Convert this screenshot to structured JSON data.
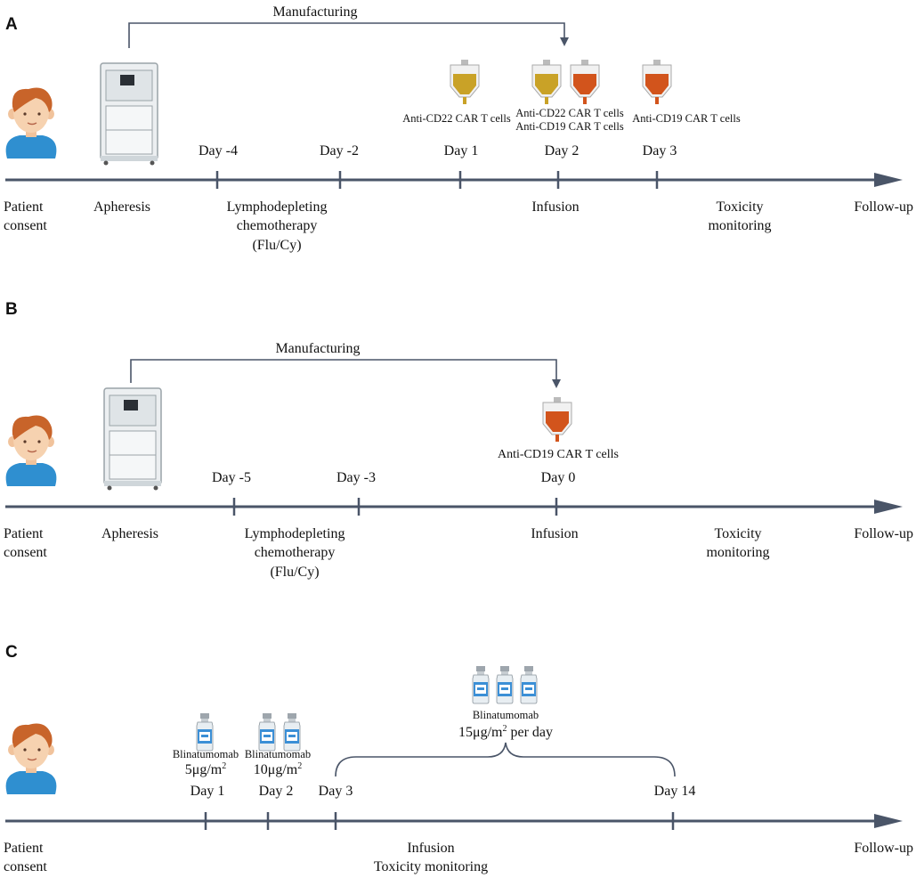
{
  "panels": {
    "A": {
      "letter": "A",
      "manufacturing": "Manufacturing",
      "days": [
        "Day -4",
        "Day -2",
        "Day 1",
        "Day 2",
        "Day 3"
      ],
      "bag_labels": {
        "d1": "Anti-CD22 CAR T cells",
        "d2a": "Anti-CD22 CAR T cells",
        "d2b": "Anti-CD19 CAR T cells",
        "d3": "Anti-CD19 CAR T cells"
      },
      "below": {
        "consent1": "Patient",
        "consent2": "consent",
        "apheresis": "Apheresis",
        "lymph1": "Lymphodepleting",
        "lymph2": "chemotherapy",
        "lymph3": "(Flu/Cy)",
        "infusion": "Infusion",
        "tox1": "Toxicity",
        "tox2": "monitoring",
        "followup": "Follow-up"
      }
    },
    "B": {
      "letter": "B",
      "manufacturing": "Manufacturing",
      "days": [
        "Day -5",
        "Day -3",
        "Day 0"
      ],
      "bag_label": "Anti-CD19 CAR T cells",
      "below": {
        "consent1": "Patient",
        "consent2": "consent",
        "apheresis": "Apheresis",
        "lymph1": "Lymphodepleting",
        "lymph2": "chemotherapy",
        "lymph3": "(Flu/Cy)",
        "infusion": "Infusion",
        "tox1": "Toxicity",
        "tox2": "monitoring",
        "followup": "Follow-up"
      }
    },
    "C": {
      "letter": "C",
      "days": [
        "Day 1",
        "Day 2",
        "Day 3",
        "Day 14"
      ],
      "drug": "Blinatumomab",
      "dose1": "5μg/m",
      "dose2": "10μg/m",
      "dose3": "15μg/m",
      "sup": "2",
      "per_day": " per day",
      "below": {
        "consent1": "Patient",
        "consent2": "consent",
        "infusion": "Infusion",
        "tox": "Toxicity monitoring",
        "followup": "Follow-up"
      }
    }
  },
  "colors": {
    "axis": "#4a5568",
    "bag_yellow": "#c9a227",
    "bag_orange": "#d2541c",
    "skin": "#f6d2b0",
    "hair": "#c8642a",
    "shirt": "#2f8fd0",
    "vial_blue": "#3b8fd6"
  },
  "icons": [
    "child-icon",
    "apheresis-machine-icon",
    "cell-bag-icon",
    "vial-icon"
  ]
}
